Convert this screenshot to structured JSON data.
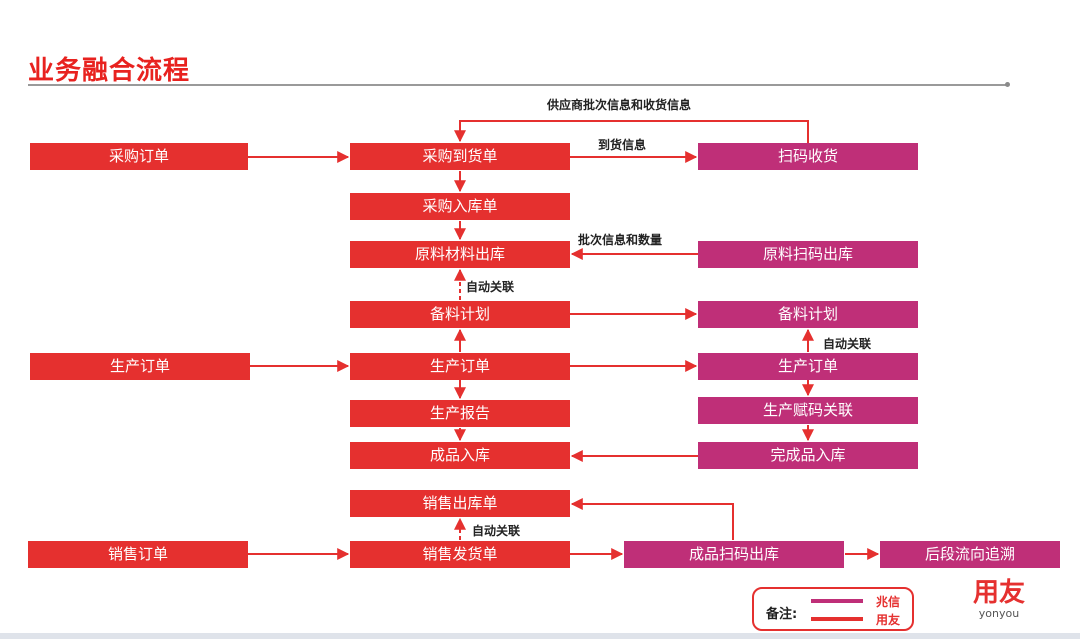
{
  "title": "业务融合流程",
  "nodes": {
    "cgdd": "采购订单",
    "cgdhd": "采购到货单",
    "smsh": "扫码收货",
    "cgrkd": "采购入库单",
    "ylclck": "原料材料出库",
    "ylsmck": "原料扫码出库",
    "blsj_l": "备料计划",
    "blsj_r": "备料计划",
    "scdd_left": "生产订单",
    "scdd_mid": "生产订单",
    "scdd_right": "生产订单",
    "scbg": "生产报告",
    "scfmgl": "生产赋码关联",
    "cprk": "成品入库",
    "wcprk": "完成品入库",
    "xsckd": "销售出库单",
    "xsdd": "销售订单",
    "xsfhd": "销售发货单",
    "cpsmck": "成品扫码出库",
    "hdlxzs": "后段流向追溯"
  },
  "labels": {
    "supplier_info": "供应商批次信息和收货信息",
    "arrival_info": "到货信息",
    "batch_qty": "批次信息和数量",
    "auto_link_1": "自动关联",
    "auto_link_2": "自动关联",
    "auto_link_3": "自动关联"
  },
  "legend": {
    "title": "备注:",
    "zhaoxin": "兆信",
    "yonyou": "用友",
    "zhaoxin_color": "#bf2f78",
    "yonyou_color": "#e5302f"
  },
  "logo": {
    "cn": "用友",
    "en": "yonyou"
  },
  "colors": {
    "title": "#e8221f",
    "red": "#e5302f",
    "magenta": "#bf2f78"
  }
}
